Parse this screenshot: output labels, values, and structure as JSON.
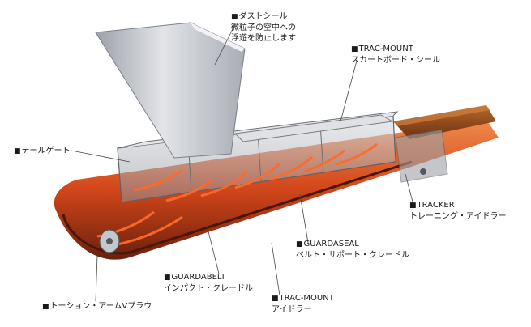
{
  "labels": {
    "dust_seal": {
      "title": "ダストシール",
      "desc1": "微粒子の空中への",
      "desc2": "浮遊を防止します"
    },
    "trac_mount_skirt": {
      "title": "TRAC-MOUNT",
      "desc": "スカートボード・シール"
    },
    "tailgate": {
      "title": "テールゲート"
    },
    "tracker": {
      "title": "TRACKER",
      "desc": "トレーニング・アイドラー"
    },
    "guardaseal": {
      "title": "GUARDASEAL",
      "desc": "ベルト・サポート・クレードル"
    },
    "guardabelt": {
      "title": "GUARDABELT",
      "desc": "インパクト・クレードル"
    },
    "trac_mount_idler": {
      "title": "TRAC-MOUNT",
      "desc": "アイドラー"
    },
    "torsion_plow": {
      "title": "トーション・アームVプラウ"
    }
  },
  "bullet": "■",
  "colors": {
    "belt_glow": "#e2541c",
    "belt_dark": "#5a1c0c",
    "steel": "#b8bcc2",
    "steel_dark": "#7c8088",
    "hopper": "#c9ccd2"
  }
}
